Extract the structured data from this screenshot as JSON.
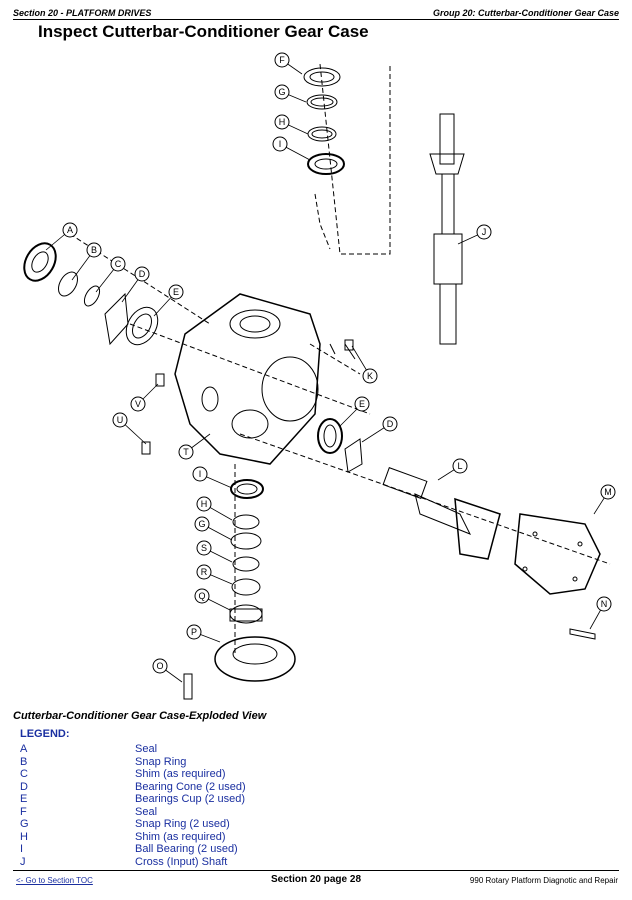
{
  "header": {
    "section": "Section 20 - PLATFORM DRIVES",
    "group": "Group 20: Cutterbar-Conditioner Gear Case"
  },
  "title": "Inspect Cutterbar-Conditioner Gear Case",
  "figure": {
    "callouts": [
      "F",
      "G",
      "H",
      "I",
      "A",
      "B",
      "C",
      "D",
      "E",
      "J",
      "K",
      "V",
      "U",
      "T",
      "E",
      "D",
      "L",
      "M",
      "N",
      "I",
      "H",
      "G",
      "S",
      "R",
      "Q",
      "P",
      "O"
    ]
  },
  "caption": "Cutterbar-Conditioner Gear Case-Exploded View",
  "legend": {
    "title": "LEGEND:",
    "items": [
      {
        "key": "A",
        "value": "Seal"
      },
      {
        "key": "B",
        "value": "Snap Ring"
      },
      {
        "key": "C",
        "value": "Shim (as required)"
      },
      {
        "key": "D",
        "value": "Bearing Cone (2 used)"
      },
      {
        "key": "E",
        "value": "Bearings Cup (2 used)"
      },
      {
        "key": "F",
        "value": "Seal"
      },
      {
        "key": "G",
        "value": "Snap Ring (2 used)"
      },
      {
        "key": "H",
        "value": "Shim (as required)"
      },
      {
        "key": "I",
        "value": "Ball Bearing (2 used)"
      },
      {
        "key": "J",
        "value": "Cross (Input) Shaft"
      }
    ]
  },
  "footer": {
    "toc_link": "<- Go to Section TOC",
    "page": "Section 20 page 28",
    "manual": "990 Rotary Platform Diagnotic and Repair"
  }
}
